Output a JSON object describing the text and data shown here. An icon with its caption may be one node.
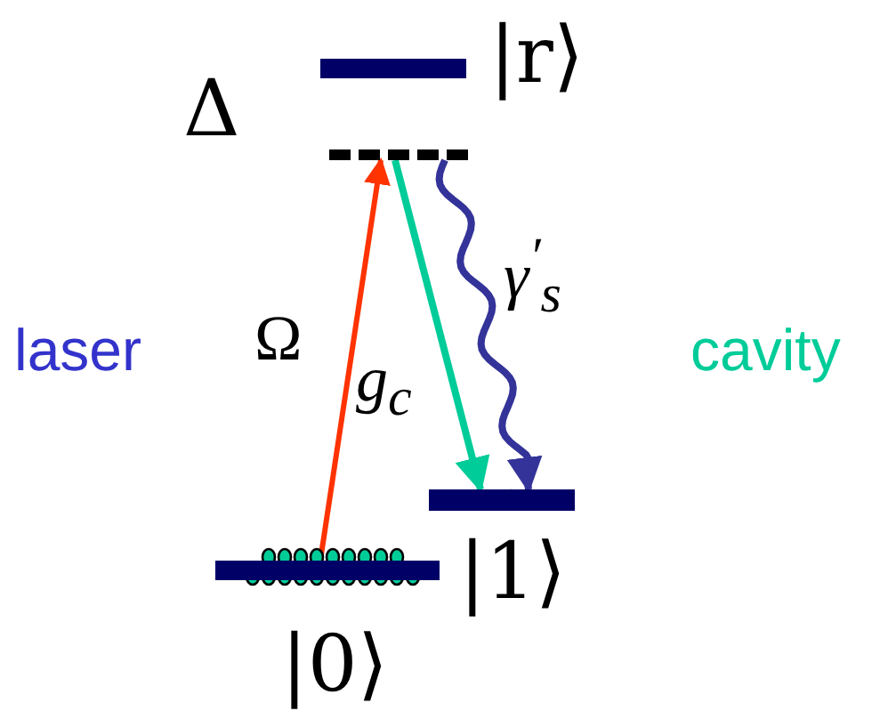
{
  "diagram": {
    "nodes": [
      {
        "text": [],
        "shape": "bar",
        "beside": [
          "|r⟩"
        ]
      },
      {
        "text": [],
        "shape": "bar"
      },
      {
        "text": [],
        "shape": "bar",
        "beside": [
          "|1⟩"
        ]
      },
      {
        "text": [],
        "shape": "bar",
        "beside": [
          "|0⟩"
        ]
      }
    ],
    "edges": [
      {
        "from": 3,
        "to": 1,
        "arrow": "to",
        "label": "Ω",
        "color": "#ff3300"
      },
      {
        "from": 1,
        "to": 2,
        "arrow": "to",
        "label": "g$_{c}$",
        "color": "#00cc99"
      },
      {
        "from": 1,
        "to": 2,
        "arrow": "to",
        "label": "γ$^{′}$$_{s}$",
        "color": "#333399"
      }
    ],
    "labels": [
      "Δ",
      "laser",
      "cavity"
    ]
  }
}
